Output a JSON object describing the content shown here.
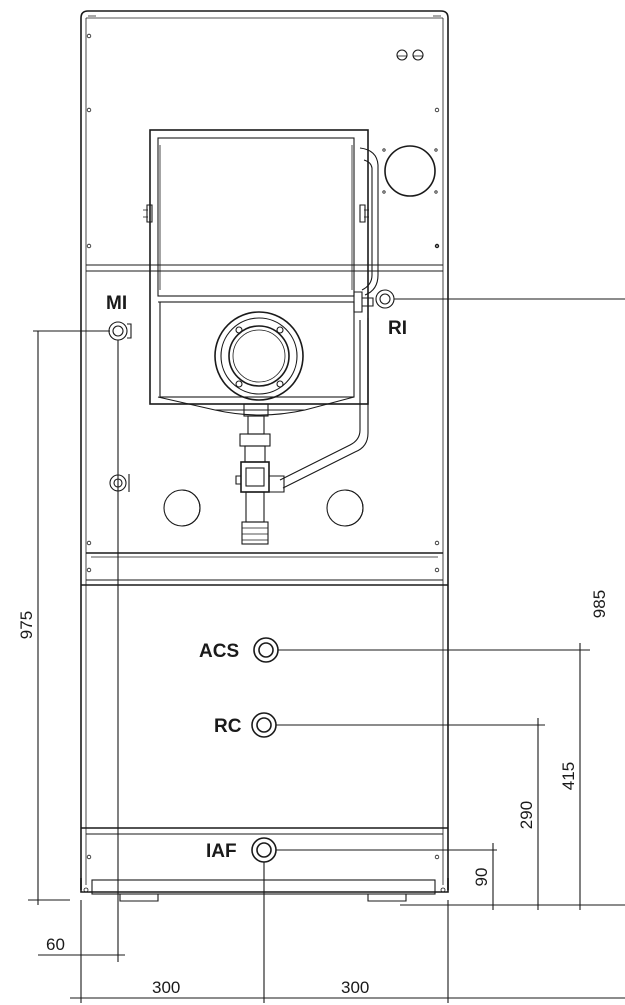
{
  "connections": {
    "mi": "MI",
    "ri": "RI",
    "acs": "ACS",
    "rc": "RC",
    "iaf": "IAF"
  },
  "dimensions": {
    "total_height_left": "975",
    "total_height_right": "985",
    "acs_height": "415",
    "rc_height": "290",
    "iaf_height": "90",
    "left_offset": "60",
    "half_width_left": "300",
    "half_width_right": "300"
  }
}
